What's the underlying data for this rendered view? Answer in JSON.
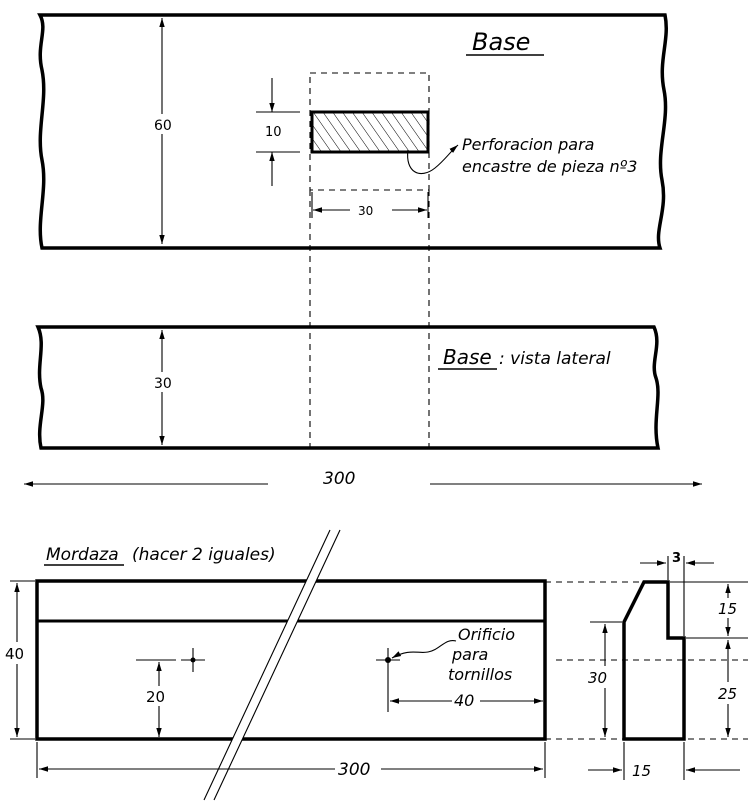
{
  "base_top": {
    "title": "Base",
    "dim_height": "60",
    "dim_hole_height": "10",
    "dim_hole_width": "30",
    "note_line1": "Perforacion para",
    "note_line2": "encastre de pieza nº3"
  },
  "base_side": {
    "title": "Base",
    "subtitle": ": vista lateral",
    "dim_height": "30"
  },
  "overall_length": "300",
  "mordaza": {
    "title": "Mordaza",
    "title_suffix": "(hacer 2 iguales)",
    "dim_height": "40",
    "dim_hole_height": "20",
    "dim_hole_offset": "40",
    "dim_length": "300",
    "note_line1": "Orificio",
    "note_line2": "para",
    "note_line3": "tornillos"
  },
  "profile": {
    "dim_top": "3",
    "dim_upper": "15",
    "dim_lower": "25",
    "dim_height": "30",
    "dim_width": "15"
  }
}
